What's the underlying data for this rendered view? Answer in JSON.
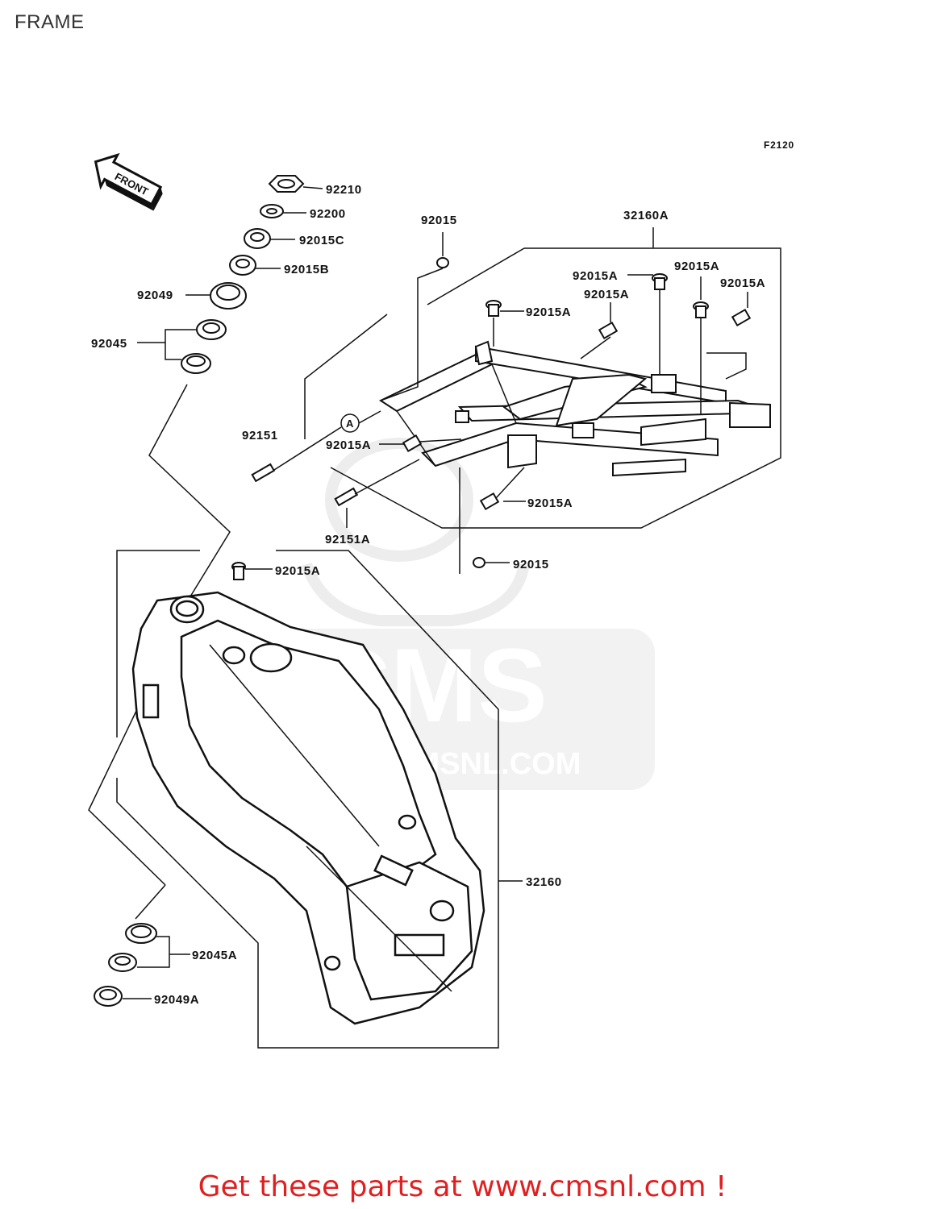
{
  "page": {
    "title": "FRAME"
  },
  "diagram": {
    "code": "F2120",
    "front_badge": "FRONT",
    "ref_marker": "A",
    "parts": [
      {
        "id": "92210"
      },
      {
        "id": "92200"
      },
      {
        "id": "92015C"
      },
      {
        "id": "92015B"
      },
      {
        "id": "92049"
      },
      {
        "id": "92045"
      },
      {
        "id": "92015"
      },
      {
        "id": "32160A"
      },
      {
        "id": "92015A"
      },
      {
        "id": "92015A"
      },
      {
        "id": "92015A"
      },
      {
        "id": "92015A"
      },
      {
        "id": "92015A"
      },
      {
        "id": "92151"
      },
      {
        "id": "92015A"
      },
      {
        "id": "92015A"
      },
      {
        "id": "92151A"
      },
      {
        "id": "92015"
      },
      {
        "id": "92015A"
      },
      {
        "id": "32160"
      },
      {
        "id": "92045A"
      },
      {
        "id": "92049A"
      }
    ]
  },
  "watermark": {
    "brand": "CMS",
    "url": "WWW.CMSNL.COM"
  },
  "footer": {
    "cta": "Get these parts at www.cmsnl.com !"
  }
}
